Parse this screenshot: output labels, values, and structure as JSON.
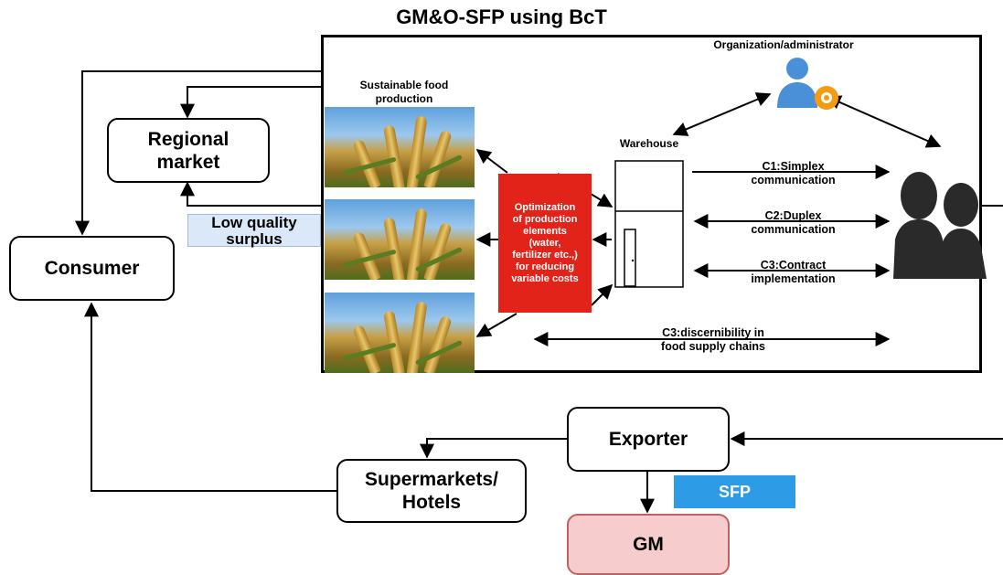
{
  "title": "GM&O-SFP using BcT",
  "nodes": {
    "regional_market": "Regional\nmarket",
    "consumer": "Consumer",
    "exporter": "Exporter",
    "supermarkets": "Supermarkets/\nHotels",
    "gm": "GM"
  },
  "labels": {
    "sustainable_food": "Sustainable food\nproduction",
    "organization": "Organization/administrator",
    "warehouse": "Warehouse",
    "low_quality": "Low quality\nsurplus",
    "optimization": "Optimization\nof production\nelements\n(water,\nfertilizer etc.,)\nfor reducing\nvariable costs",
    "sfp": "SFP"
  },
  "connections": {
    "c1": "C1:Simplex\ncommunication",
    "c2": "C2:Duplex\ncommunication",
    "c3a": "C3:Contract\nimplementation",
    "c3b": "C3:discernibility in\nfood supply chains"
  },
  "icons": {
    "admin": "user-gear-icon",
    "users": "user-group-icon",
    "crop": "wheat-field-image",
    "warehouse": "warehouse-building-icon"
  },
  "colors": {
    "red_box": "#e2231a",
    "sfp": "#2e9be6",
    "gm_fill": "#f6cccc",
    "low_quality_fill": "#dbe8f8",
    "admin_icon": "#4a90d9"
  }
}
